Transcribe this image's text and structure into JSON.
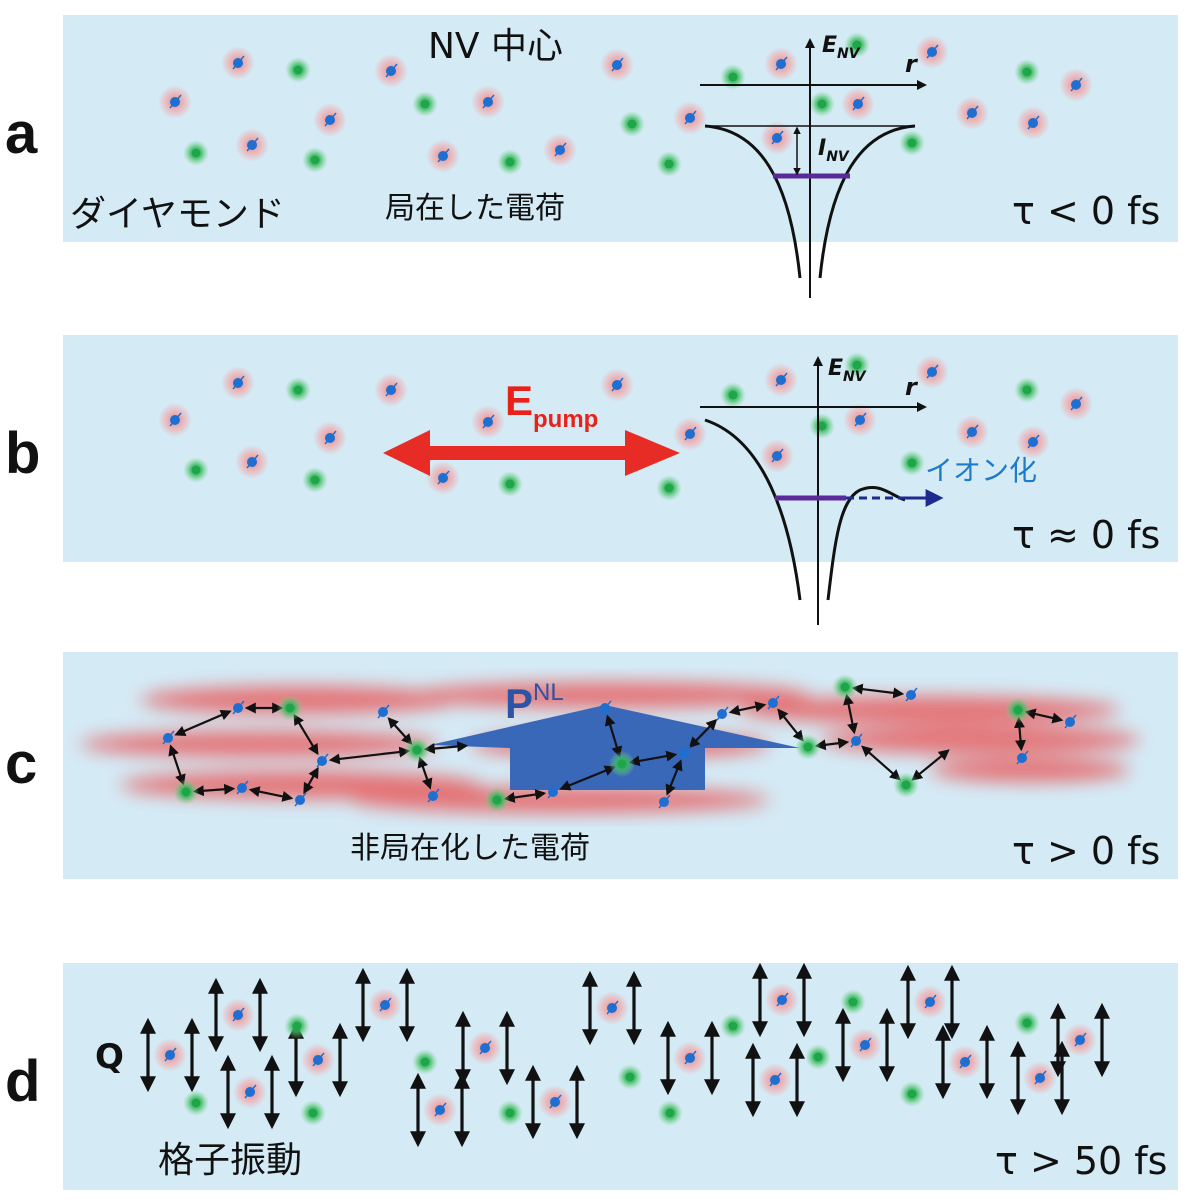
{
  "panels": [
    {
      "letter": "a",
      "tau": "τ < 0 fs"
    },
    {
      "letter": "b",
      "tau": "τ ≈ 0 fs"
    },
    {
      "letter": "c",
      "tau": "τ > 0 fs"
    },
    {
      "letter": "d",
      "tau": "τ > 50 fs"
    }
  ],
  "labels": {
    "nv_center": "NV 中心",
    "diamond": "ダイヤモンド",
    "localized_charge": "局在した電荷",
    "e_nv": "E",
    "e_nv_sub": "NV",
    "i_nv": "I",
    "i_nv_sub": "NV",
    "r_axis": "r",
    "e_pump": "E",
    "e_pump_sub": "pump",
    "ionization": "イオン化",
    "p_nl": "P",
    "p_nl_sup": "NL",
    "delocalized_charge": "非局在化した電荷",
    "q": "Q",
    "lattice_vibration": "格子振動"
  },
  "colors": {
    "panel_bg": "#d4ebf6",
    "blue_atom": "#1f6fd1",
    "green_atom": "#1fa64a",
    "red_halo": "#f08080",
    "pump_arrow": "#e8221a",
    "p_nl_arrow": "#3a68b8",
    "level_line": "#5a2a9a",
    "ionization_text": "#1f7ac9",
    "ionization_arrow": "#1e2a8c"
  }
}
